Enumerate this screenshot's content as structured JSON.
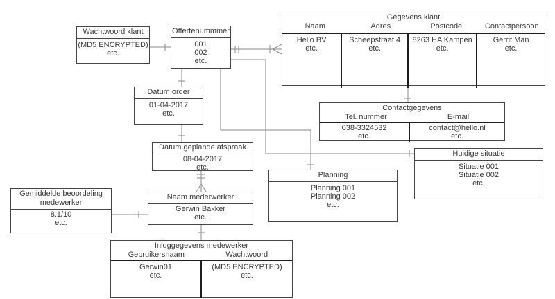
{
  "colors": {
    "background": "#ffffff",
    "box_border": "#454545",
    "cell_border": "#1f1f1f",
    "line": "#8a8a8a",
    "text": "#3a3a3a"
  },
  "diagram": {
    "wachtwoord_klant": {
      "title": "Wachtwoord klant",
      "lines": [
        "(MD5 ENCRYPTED)",
        "etc."
      ]
    },
    "offertenummer": {
      "title": "Offertenummmer",
      "lines": [
        "001",
        "002",
        "etc."
      ]
    },
    "gegevens_klant": {
      "title": "Gegevens klant",
      "columns": [
        "Naam",
        "Adres",
        "Postcode",
        "Contactpersoon"
      ],
      "cells": [
        [
          "Hello BV",
          "etc."
        ],
        [
          "Scheepstraat 4",
          "etc."
        ],
        [
          "8263 HA Kampen",
          "etc."
        ],
        [
          "Gerrit Man",
          "etc."
        ]
      ]
    },
    "datum_order": {
      "title": "Datum order",
      "lines": [
        "01-04-2017",
        "etc."
      ]
    },
    "datum_geplande_afspraak": {
      "title": "Datum geplande afspraak",
      "lines": [
        "08-04-2017",
        "etc."
      ]
    },
    "contactgegevens": {
      "title": "Contactgegevens",
      "columns": [
        "Tel. nummer",
        "E-mail"
      ],
      "cells": [
        [
          "038-3324532",
          "etc."
        ],
        [
          "contact@hello.nl",
          "etc."
        ]
      ]
    },
    "huidige_situatie": {
      "title": "Huidige situatie",
      "lines": [
        "Situatie 001",
        "Situatie 002",
        "etc."
      ]
    },
    "planning": {
      "title": "Planning",
      "lines": [
        "Planning 001",
        "Planning 002",
        "etc."
      ]
    },
    "gemiddelde_beoordeling": {
      "title_lines": [
        "Gemiddelde beoordeling",
        "medewerker"
      ],
      "lines": [
        "8.1/10",
        "etc."
      ]
    },
    "naam_mederwerker": {
      "title": "Naam mederwerker",
      "lines": [
        "Gerwin Bakker",
        "etc."
      ]
    },
    "inloggegevens_medewerker": {
      "title": "Inloggegevens medewerker",
      "columns": [
        "Gebruikersnaam",
        "Wachtwoord"
      ],
      "cells": [
        [
          "Gerwin01",
          "etc."
        ],
        [
          "(MD5 ENCRYPTED)",
          "etc."
        ]
      ]
    }
  }
}
